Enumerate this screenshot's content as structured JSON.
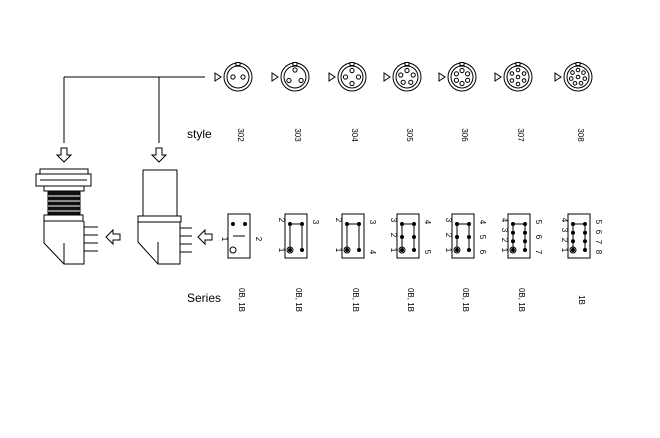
{
  "labels": {
    "style": "style",
    "series": "Series"
  },
  "styles": [
    "302",
    "303",
    "304",
    "305",
    "306",
    "307",
    "308"
  ],
  "series": [
    "0B, 1B",
    "0B, 1B",
    "0B, 1B",
    "0B, 1B",
    "0B, 1B",
    "0B, 1B",
    "1B"
  ],
  "pin_sets": [
    [
      "1",
      "2"
    ],
    [
      "1",
      "2",
      "3"
    ],
    [
      "1",
      "2",
      "3",
      "4"
    ],
    [
      "1",
      "2",
      "3",
      "4",
      "5"
    ],
    [
      "1",
      "2",
      "3",
      "4",
      "5",
      "6"
    ],
    [
      "1",
      "2",
      "3",
      "4",
      "5",
      "6",
      "7"
    ],
    [
      "1",
      "2",
      "3",
      "4",
      "5",
      "6",
      "7",
      "8"
    ]
  ],
  "colors": {
    "line": "#000000",
    "background": "#ffffff"
  }
}
